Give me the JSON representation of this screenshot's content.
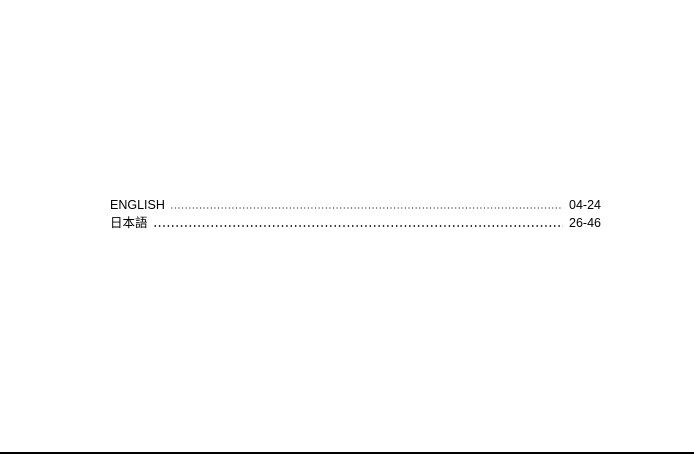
{
  "toc": {
    "entries": [
      {
        "label": "ENGLISH",
        "pages": "04-24"
      },
      {
        "label": "日本語",
        "pages": "26-46"
      }
    ]
  }
}
